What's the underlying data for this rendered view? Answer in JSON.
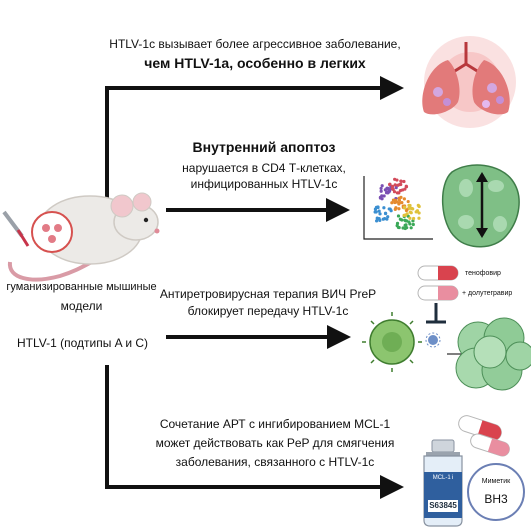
{
  "flow1": {
    "line1": "HTLV-1c вызывает более агрессивное заболевание,",
    "line2": "чем HTLV-1a, особенно в легких"
  },
  "flow2": {
    "title": "Внутренний апоптоз",
    "line1": "нарушается в CD4 Т-клетках,",
    "line2": "инфицированных HTLV-1c"
  },
  "source": {
    "line1": "гуманизированные мышиные",
    "line2": "модели",
    "line3": "HTLV-1 (подтипы A и C)"
  },
  "flow3": {
    "line1": "Антиретровирусная терапия ВИЧ PreP",
    "line2": "блокирует передачу HTLV-1c"
  },
  "drugs": {
    "drug1": "тенофовир",
    "drug2": "+ долутегравир"
  },
  "flow4": {
    "line1": "Сочетание АРТ с ингибированием MCL-1",
    "line2": "может действовать как PeP для смягчения",
    "line3": "заболевания, связанного с HTLV-1c"
  },
  "vial": {
    "label_top": "MCL-1 i",
    "code": "S63845"
  },
  "bubble": {
    "label1": "Миметик",
    "label2": "BH3"
  },
  "colors": {
    "arrow": "#111111",
    "lung": "#e06a6a",
    "cell_green": "#7fbf86",
    "pill_red": "#d9434e"
  }
}
